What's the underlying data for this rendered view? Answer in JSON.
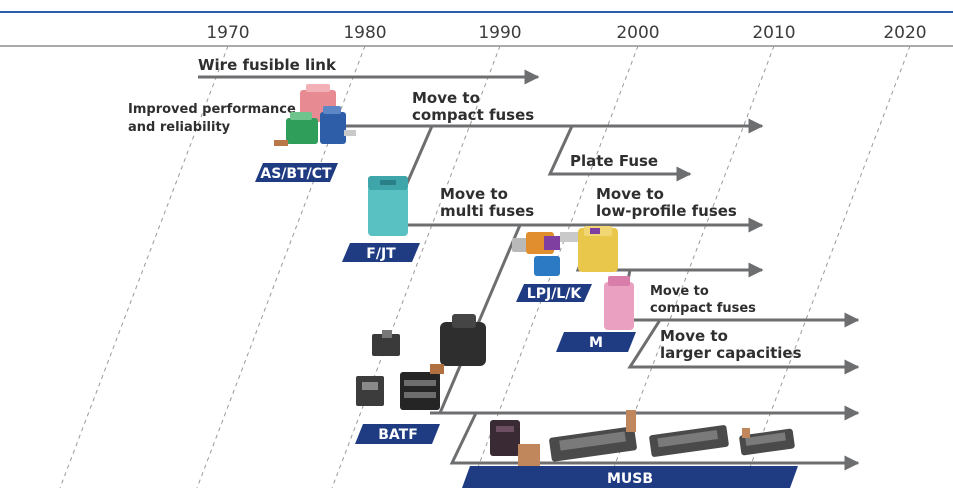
{
  "colors": {
    "rule": "#2a5ea8",
    "arrow": "#6d6e70",
    "tag_bg": "#1f3c82",
    "guide": "#9a9a9a",
    "text": "#2f2f2f"
  },
  "timeline": {
    "years": [
      "1970",
      "1980",
      "1990",
      "2000",
      "2010",
      "2020"
    ]
  },
  "labels": {
    "wire_fusible_link": "Wire fusible link",
    "improved_line1": "Improved performance",
    "improved_line2": "and reliability",
    "move_compact_1a": "Move to",
    "move_compact_1b": "compact fuses",
    "plate_fuse": "Plate Fuse",
    "move_multi_a": "Move to",
    "move_multi_b": "multi fuses",
    "move_lowprofile_a": "Move to",
    "move_lowprofile_b": "low-profile fuses",
    "move_compact_2a": "Move to",
    "move_compact_2b": "compact fuses",
    "move_larger_a": "Move to",
    "move_larger_b": "larger capacities"
  },
  "fuse_types": {
    "as_bt_ct": "AS/BT/CT",
    "f_jt": "F/JT",
    "lpj_l_k": "LPJ/L/K",
    "m": "M",
    "batf": "BATF",
    "musb": "MUSB"
  }
}
